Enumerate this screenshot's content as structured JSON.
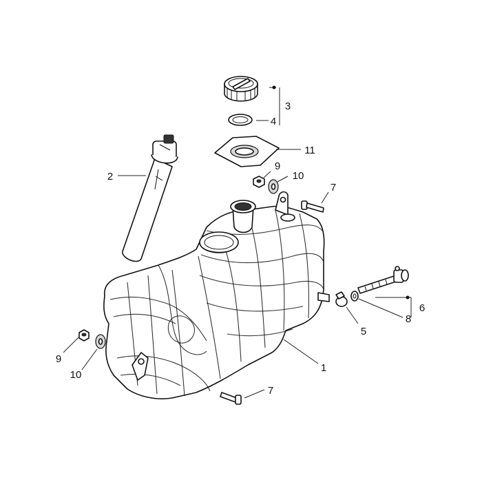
{
  "callouts": {
    "fuel_tank": "1",
    "fuel_level_sender": "2",
    "filler_cap": "3",
    "cap_gasket": "4",
    "hose_clamp": "5",
    "drain_bolt_group": "6",
    "bolt_top": "7",
    "bolt_bottom": "7",
    "drain_washer": "8",
    "nut_top": "9",
    "nut_bottom": "9",
    "washer_top": "10",
    "washer_bottom": "10",
    "filler_neck_plate": "11"
  }
}
